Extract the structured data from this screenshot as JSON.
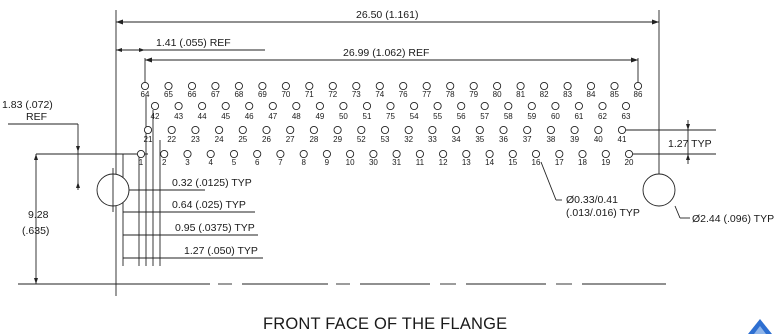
{
  "caption": "FRONT FACE OF THE FLANGE",
  "dimensions": {
    "overall_width": "26.50 (1.161)",
    "pin_span_ref": "26.99 (1.062) REF",
    "first_pin_ref": "1.41 (.055) REF",
    "left_offset": "1.83 (.072)",
    "left_offset_ref": "REF",
    "height": "9.28",
    "height_inch": "(.635)",
    "row_pitch": "1.27 TYP",
    "offset_1": "0.32 (.0125) TYP",
    "offset_2": "0.64 (.025) TYP",
    "offset_3": "0.95 (.0375) TYP",
    "offset_4": "1.27 (.050) TYP",
    "pin_diameter": "Ø0.33/0.41",
    "pin_diameter_inch": "(.013/.016) TYP",
    "mount_hole": "Ø2.44 (.096) TYP"
  },
  "pin_rows": [
    [
      "64",
      "65",
      "66",
      "67",
      "68",
      "69",
      "70",
      "71",
      "72",
      "73",
      "74",
      "76",
      "77",
      "78",
      "79",
      "80",
      "81",
      "82",
      "83",
      "84",
      "85",
      "86"
    ],
    [
      "42",
      "43",
      "44",
      "45",
      "46",
      "47",
      "48",
      "49",
      "50",
      "51",
      "75",
      "54",
      "55",
      "56",
      "57",
      "58",
      "59",
      "60",
      "61",
      "62",
      "63"
    ],
    [
      "21",
      "22",
      "23",
      "24",
      "25",
      "26",
      "27",
      "28",
      "29",
      "52",
      "53",
      "32",
      "33",
      "34",
      "35",
      "36",
      "37",
      "38",
      "39",
      "40",
      "41"
    ],
    [
      "1",
      "2",
      "3",
      "4",
      "5",
      "6",
      "7",
      "8",
      "9",
      "10",
      "30",
      "31",
      "11",
      "12",
      "13",
      "14",
      "15",
      "16",
      "17",
      "18",
      "19",
      "20"
    ]
  ]
}
